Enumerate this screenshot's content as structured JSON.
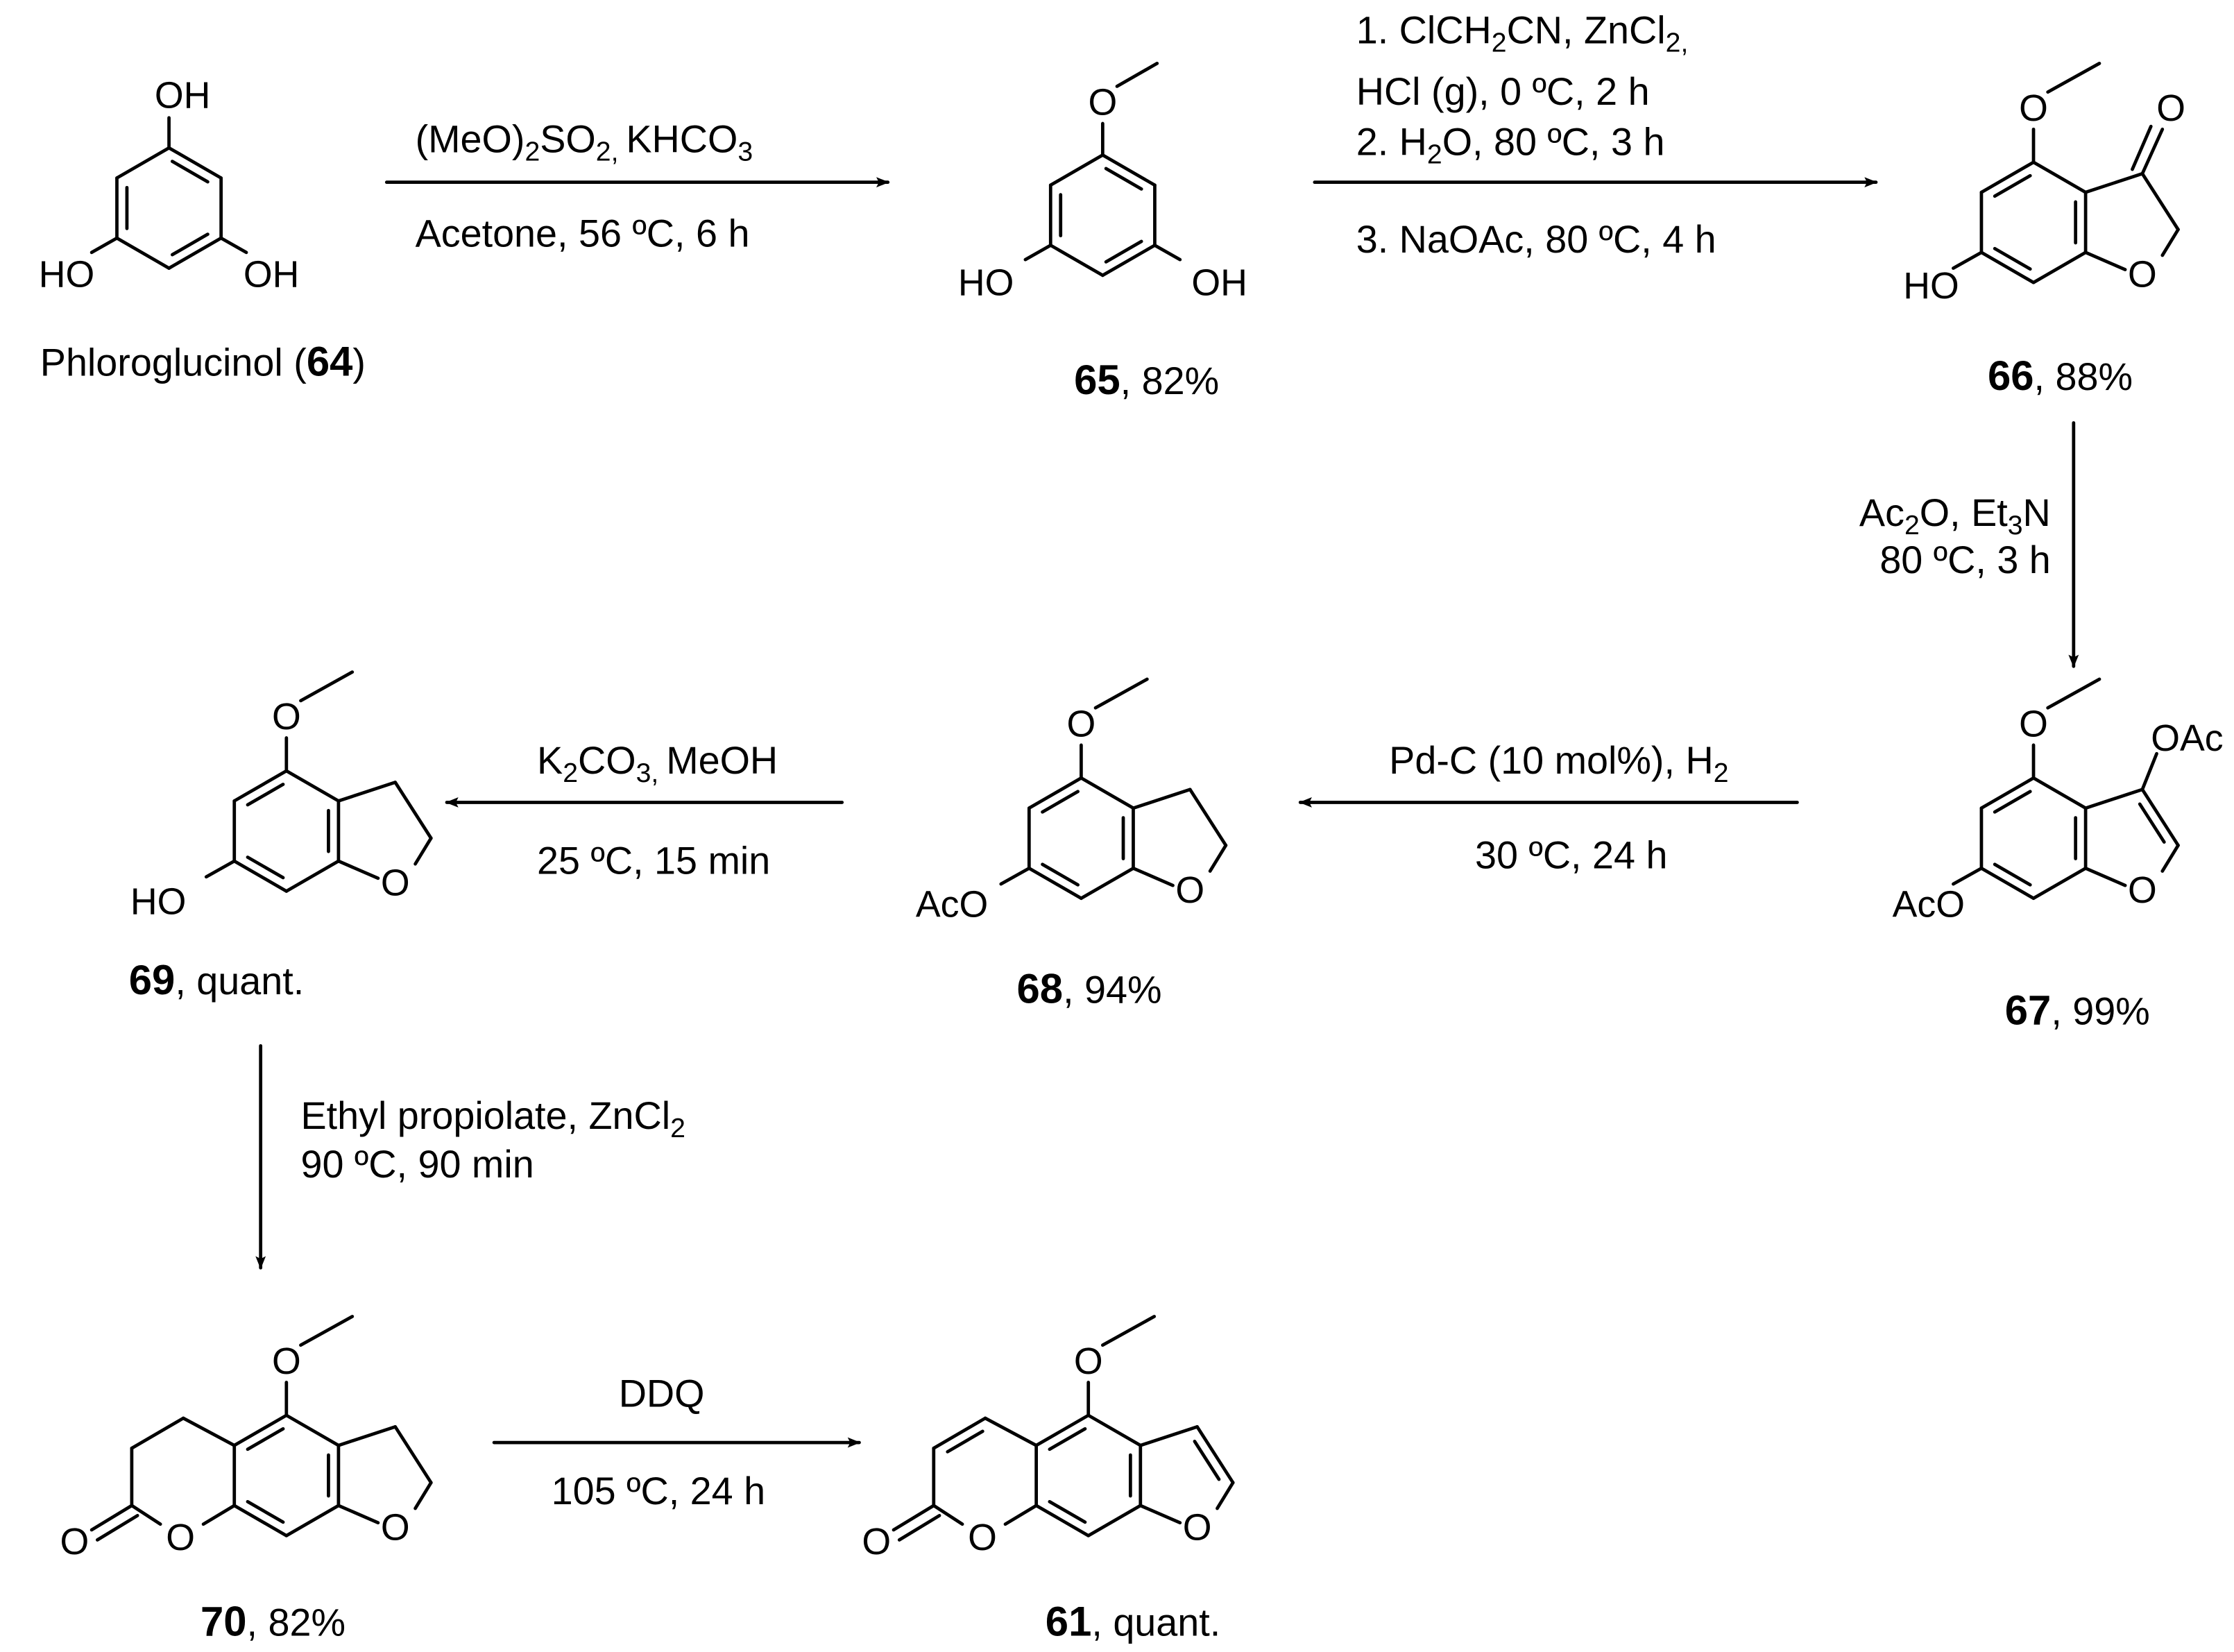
{
  "compounds": [
    {
      "number": "64",
      "name_prefix": "Phloroglucinol (",
      "name_suffix": ")",
      "yield": "",
      "atoms": [
        "OH",
        "HO",
        "OH"
      ]
    },
    {
      "number": "65",
      "yield": ", 82%",
      "atoms": [
        "O",
        "HO",
        "OH"
      ]
    },
    {
      "number": "66",
      "yield": ", 88%",
      "atoms": [
        "O",
        "O",
        "O",
        "HO"
      ]
    },
    {
      "number": "67",
      "yield": ", 99%",
      "atoms": [
        "O",
        "OAc",
        "O",
        "AcO"
      ]
    },
    {
      "number": "68",
      "yield": ", 94%",
      "atoms": [
        "O",
        "O",
        "AcO"
      ]
    },
    {
      "number": "69",
      "yield": ", quant.",
      "atoms": [
        "O",
        "O",
        "HO"
      ]
    },
    {
      "number": "70",
      "yield": ", 82%",
      "atoms": [
        "O",
        "O",
        "O",
        "O"
      ]
    },
    {
      "number": "61",
      "yield": ", quant.",
      "atoms": [
        "O",
        "O",
        "O",
        "O"
      ]
    }
  ],
  "reactions": [
    {
      "id": "step1",
      "above": [
        [
          {
            "t": "(MeO)"
          },
          {
            "s": "2"
          },
          {
            "t": "SO"
          },
          {
            "s": "2, "
          },
          {
            "t": "KHCO"
          },
          {
            "s": "3"
          }
        ]
      ],
      "below": [
        [
          {
            "t": "Acetone, 56 ºC, 6 h"
          }
        ]
      ]
    },
    {
      "id": "step2",
      "above": [
        [
          {
            "t": "1. ClCH"
          },
          {
            "s": "2"
          },
          {
            "t": "CN, ZnCl"
          },
          {
            "s": "2,"
          }
        ],
        [
          {
            "t": "HCl (g), 0 ºC, 2 h"
          }
        ],
        [
          {
            "t": "2. H"
          },
          {
            "s": "2"
          },
          {
            "t": "O, 80 ºC, 3 h"
          }
        ]
      ],
      "below": [
        [
          {
            "t": "3. NaOAc, 80 ºC, 4 h"
          }
        ]
      ]
    },
    {
      "id": "step3",
      "above": [
        [
          {
            "t": "Ac"
          },
          {
            "s": "2"
          },
          {
            "t": "O, Et"
          },
          {
            "s": "3"
          },
          {
            "t": "N"
          }
        ],
        [
          {
            "t": "80 ºC, 3 h"
          }
        ]
      ],
      "below": []
    },
    {
      "id": "step4",
      "above": [
        [
          {
            "t": "Pd-C (10 mol%), H"
          },
          {
            "s": "2"
          }
        ]
      ],
      "below": [
        [
          {
            "t": "30 ºC, 24 h"
          }
        ]
      ]
    },
    {
      "id": "step5",
      "above": [
        [
          {
            "t": "K"
          },
          {
            "s": "2"
          },
          {
            "t": "CO"
          },
          {
            "s": "3, "
          },
          {
            "t": "MeOH"
          }
        ]
      ],
      "below": [
        [
          {
            "t": "25 ºC, 15 min"
          }
        ]
      ]
    },
    {
      "id": "step6",
      "above": [
        [
          {
            "t": "Ethyl propiolate, ZnCl"
          },
          {
            "s": "2"
          }
        ],
        [
          {
            "t": "90 ºC, 90 min"
          }
        ]
      ],
      "below": []
    },
    {
      "id": "step7",
      "above": [
        [
          {
            "t": "DDQ"
          }
        ]
      ],
      "below": [
        [
          {
            "t": "105 ºC, 24 h"
          }
        ]
      ]
    }
  ]
}
